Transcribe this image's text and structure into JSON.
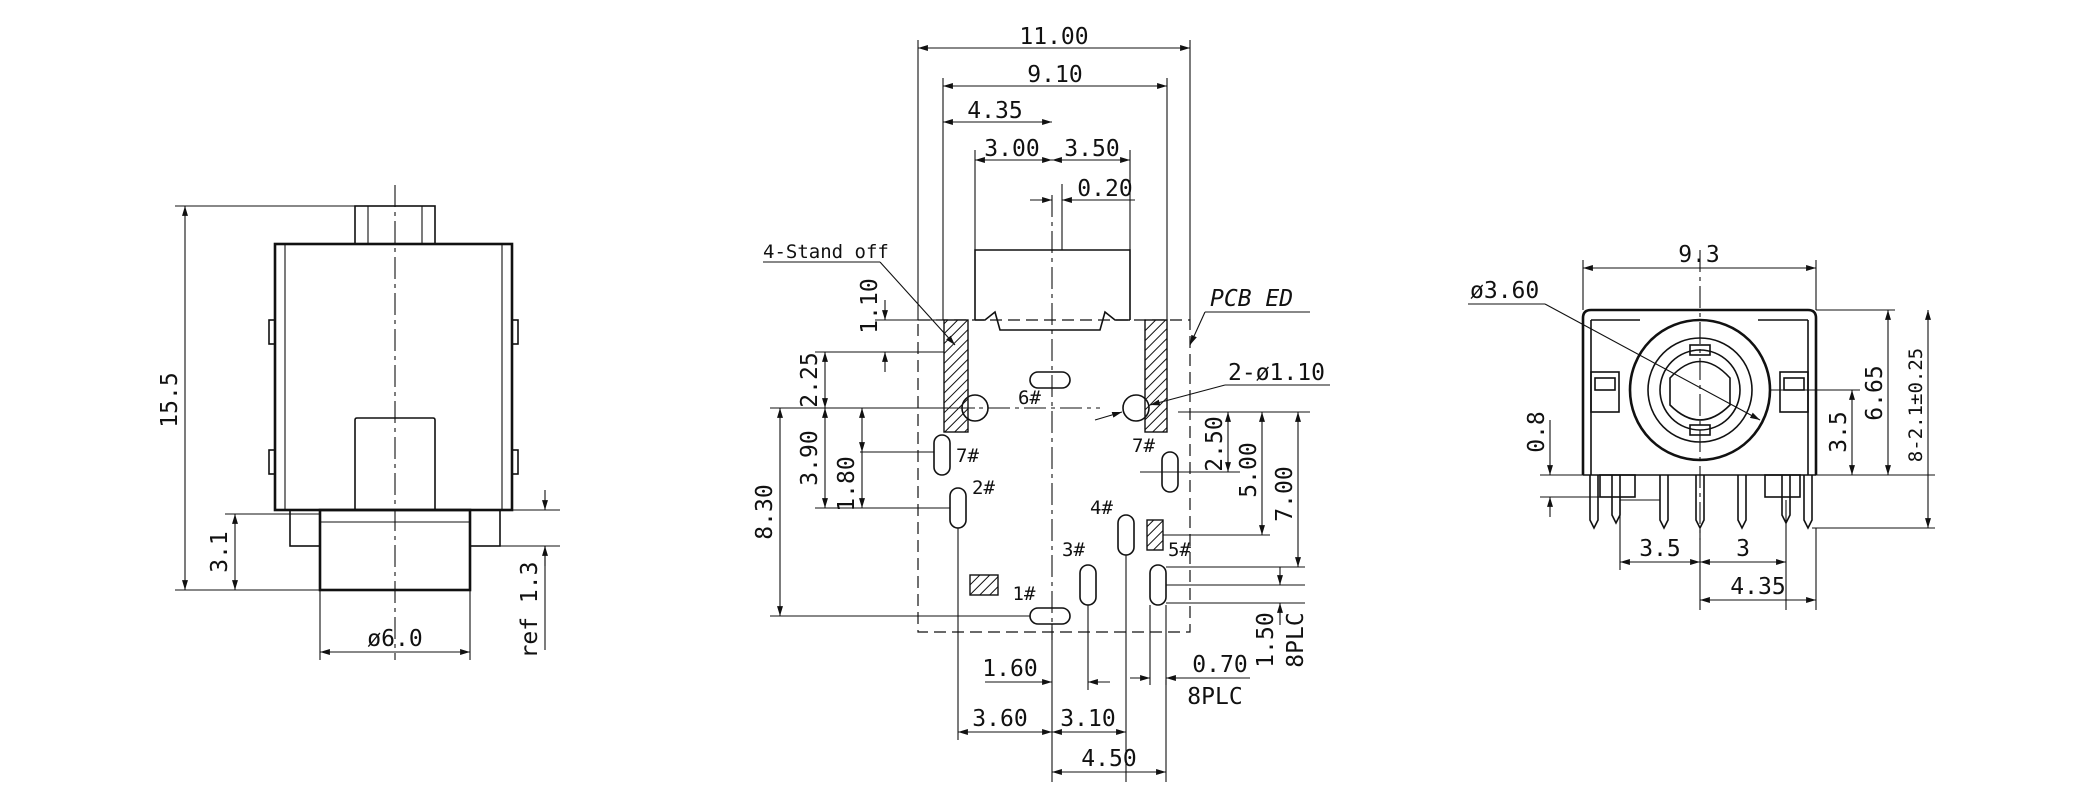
{
  "drawing": {
    "side_view": {
      "height_dim": "15.5",
      "tip_dim": "3.1",
      "diameter_dim": "ø6.0",
      "ref_dim": "ref 1.3"
    },
    "pcb_layout": {
      "top_dims": [
        "11.00",
        "9.10",
        "4.35",
        "3.00",
        "3.50",
        "0.20"
      ],
      "standoff_label": "4-Stand off",
      "pcb_edge_label": "PCB ED",
      "hole_label": "2-ø1.10",
      "left_dims": [
        "1.10",
        "2.25",
        "3.90",
        "1.80",
        "8.30"
      ],
      "right_dims": [
        "2.50",
        "5.00",
        "7.00",
        "1.50",
        "8PLC"
      ],
      "bottom_dims": [
        "1.60",
        "0.70",
        "8PLC",
        "3.60",
        "3.10",
        "4.50"
      ],
      "pin_labels": [
        "1#",
        "2#",
        "3#",
        "4#",
        "5#",
        "6#",
        "7#",
        "7#"
      ]
    },
    "front_view": {
      "width_dim": "9.3",
      "bore_dim": "ø3.60",
      "height_dims": [
        "6.65",
        "3.5",
        "8-2.1±0.25",
        "0.8"
      ],
      "bottom_dims": [
        "3.5",
        "3",
        "4.35"
      ]
    }
  }
}
